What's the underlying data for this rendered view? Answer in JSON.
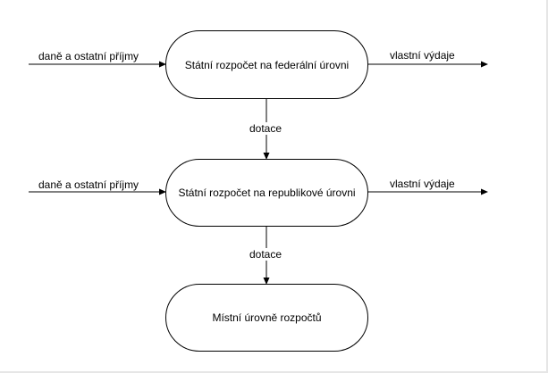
{
  "nodes": {
    "federal": "Státní rozpočet na federální úrovni",
    "republic": "Státní rozpočet na republikové úrovni",
    "local": "Místní úrovně rozpočtů"
  },
  "edges": {
    "income_federal": "daně a ostatní příjmy",
    "expense_federal": "vlastní výdaje",
    "grant_federal_to_republic": "dotace",
    "income_republic": "daně a ostatní příjmy",
    "expense_republic": "vlastní výdaje",
    "grant_republic_to_local": "dotace"
  },
  "colors": {
    "line": "#000000",
    "background": "#ffffff"
  }
}
